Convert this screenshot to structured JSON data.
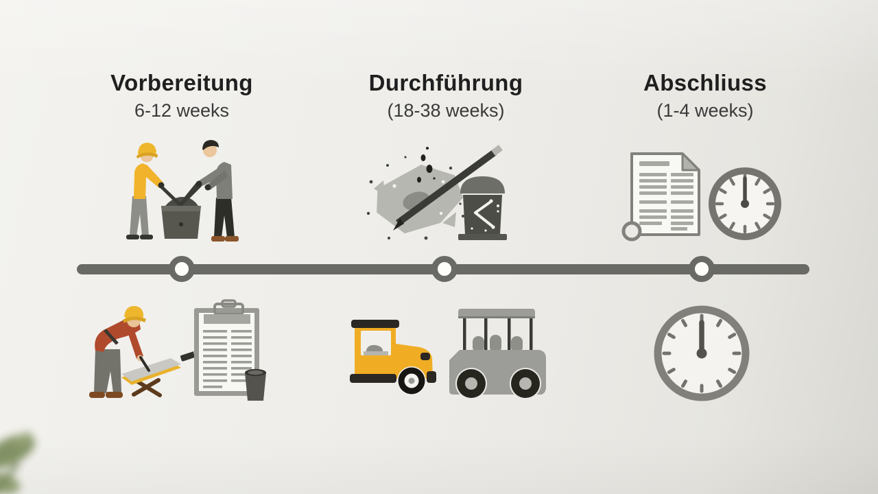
{
  "wall": {
    "base_color": "#eceae6",
    "edge_shadow_color": "#d8d7d2"
  },
  "timeline": {
    "line_color": "#696965",
    "node_fill": "#fdfdfa",
    "phases": [
      {
        "title": "Vorbereitung",
        "duration": "6-12 weeks",
        "top_icon": "workers-mixing-icon",
        "bottom_icon": "surveyor-clipboard-icon"
      },
      {
        "title": "Durchführung",
        "duration": "(18-38 weeks)",
        "top_icon": "plan-pencil-icon",
        "bottom_icon": "construction-vehicles-icon"
      },
      {
        "title": "Abschliuss",
        "duration": "(1-4 weeks)",
        "top_icon": "document-clock-icon",
        "bottom_icon": "clock-icon"
      }
    ]
  },
  "palette": {
    "accent_yellow": "#f0ad24",
    "rust_red": "#b04a2d",
    "title_text": "#1f1f1f",
    "duration_text": "#3a3a3a",
    "illustration_gray": "#9a9a95",
    "dark_gray": "#2b2722"
  },
  "decor": {
    "bottom_left": "blurred-plant-leaves"
  }
}
